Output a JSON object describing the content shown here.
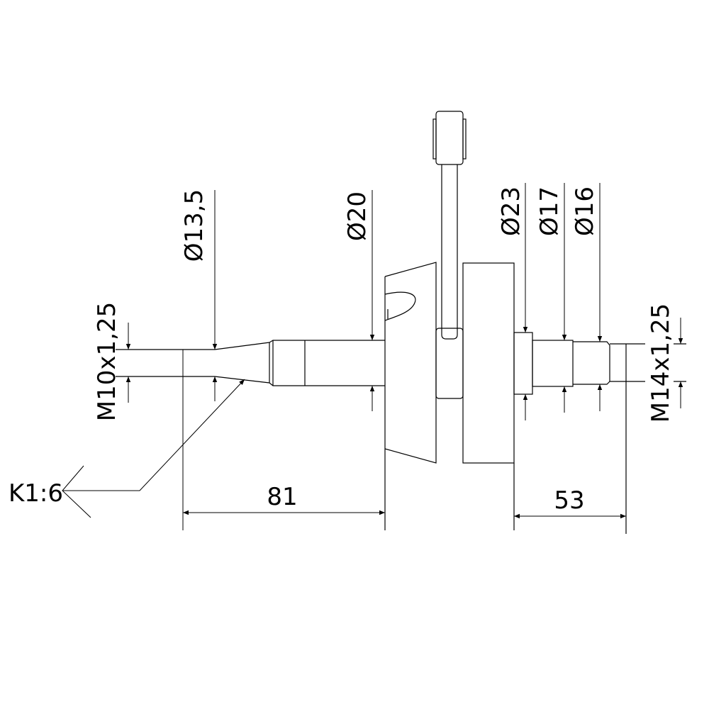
{
  "drawing": {
    "title": "Crankshaft assembly dimension drawing",
    "labels": {
      "thread_left": "M10x1,25",
      "dia_taper": "Ø13,5",
      "dia_main_left": "Ø20",
      "dia_collar": "Ø23",
      "dia_bearing": "Ø17",
      "dia_step": "Ø16",
      "thread_right": "M14x1,25",
      "taper": "K1:6",
      "length_left": "81",
      "length_right": "53"
    },
    "colors": {
      "line": "#000000",
      "background": "#ffffff"
    }
  }
}
